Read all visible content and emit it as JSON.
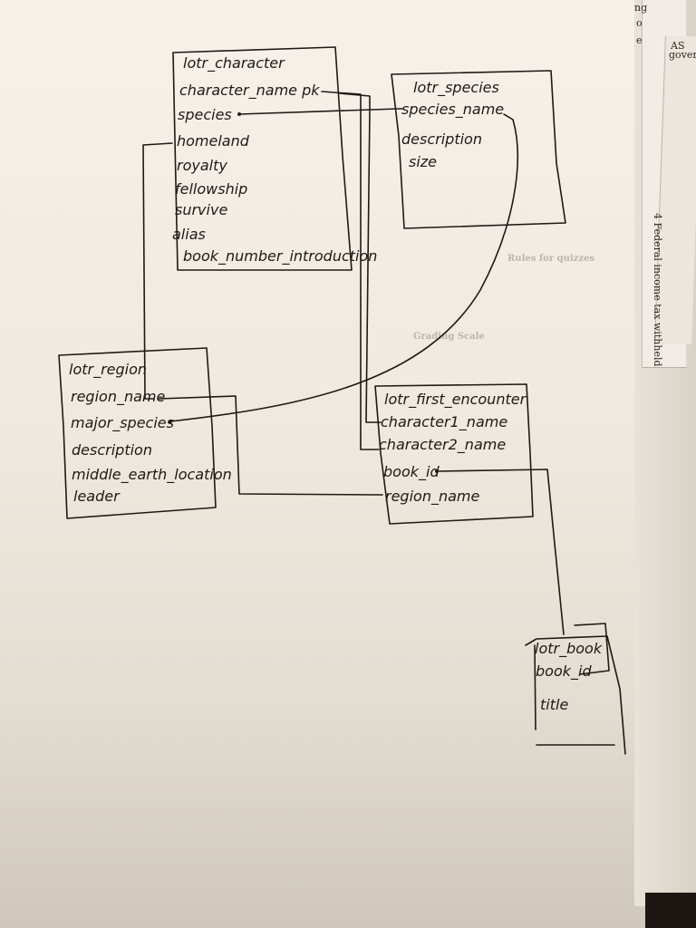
{
  "tables": {
    "character": {
      "title": "lotr_character",
      "fields": [
        "character_name pk",
        "species",
        "homeland",
        "royalty",
        "fellowship",
        "survive",
        "alias",
        "book_number_introduction"
      ]
    },
    "species": {
      "title": "lotr_species",
      "fields": [
        "species_name",
        "description",
        "size"
      ]
    },
    "region": {
      "title": "lotr_region",
      "fields": [
        "region_name",
        "major_species",
        "description",
        "middle_earth_location",
        "leader"
      ]
    },
    "first_encounter": {
      "title": "lotr_first_encounter",
      "fields": [
        "character1_name",
        "character2_name",
        "book_id",
        "region_name"
      ]
    },
    "book": {
      "title": "lotr_book",
      "fields": [
        "book_id",
        "title"
      ]
    }
  },
  "margin_text": {
    "line1": "ng",
    "line2": "o",
    "line3": "e",
    "sheet_tab": "AS",
    "sheet_tab2": "govern",
    "vertical_note": "4 Federal income tax withheld"
  },
  "background_text": {
    "heading1": "Rules for quizzes",
    "heading2": "Grading Scale"
  },
  "colors": {
    "ink": "#1d1a16",
    "paper": "#f3eee6"
  }
}
